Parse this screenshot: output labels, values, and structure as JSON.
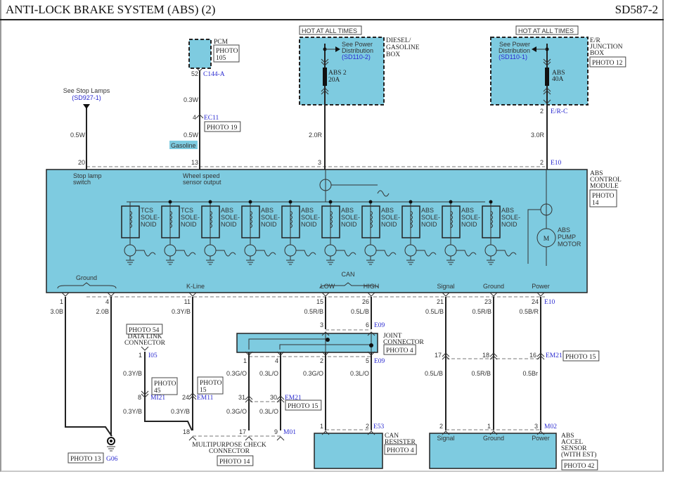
{
  "header": {
    "title": "ANTI-LOCK BRAKE SYSTEM (ABS) (2)",
    "page_id": "SD587-2"
  },
  "colors": {
    "module_fill": "#7ecbe0",
    "connector_blue": "#2a2ad0",
    "wire": "#222222"
  },
  "top_sources": {
    "stop_lamps": {
      "label": "See Stop Lamps",
      "ref": "(SD927-1)",
      "wire": "0.5W",
      "pin": "20"
    },
    "pcm": {
      "label": "PCM",
      "photo": "PHOTO 105",
      "pin": "52",
      "connector": "C144-A",
      "wire_upper": "0.3W",
      "inline_pin": "4",
      "inline_connector": "EC11",
      "inline_photo": "PHOTO 19",
      "wire_lower": "0.5W",
      "variant_tag": "Gasoline",
      "module_pin": "13"
    },
    "diesel_box": {
      "hot_label": "HOT AT ALL TIMES",
      "name_lines": [
        "DIESEL/",
        "GASOLINE",
        "BOX"
      ],
      "see_label_lines": [
        "See Power",
        "Distribution"
      ],
      "see_ref": "(SD110-2)",
      "fuse_lines": [
        "ABS 2",
        "20A"
      ],
      "wire": "2.0R",
      "module_pin": "3"
    },
    "er_box": {
      "hot_label": "HOT AT ALL TIMES",
      "name_lines": [
        "E/R",
        "JUNCTION",
        "BOX"
      ],
      "photo": "PHOTO 12",
      "see_label_lines": [
        "See Power",
        "Distribution"
      ],
      "see_ref": "(SD110-1)",
      "fuse_lines": [
        "ABS",
        "40A"
      ],
      "pin": "2",
      "connector": "E/R-C",
      "wire": "3.0R",
      "module_pin": "2",
      "module_connector": "E10"
    }
  },
  "abs_module": {
    "name_lines": [
      "ABS",
      "CONTROL",
      "MODULE"
    ],
    "photo_lines": [
      "PHOTO",
      "14"
    ],
    "top_labels": [
      {
        "lines": [
          "Stop lamp",
          "switch"
        ]
      },
      {
        "lines": [
          "Wheel speed",
          "sensor output"
        ]
      }
    ],
    "solenoids": [
      {
        "lines": [
          "TCS",
          "SOLE-",
          "NOID"
        ]
      },
      {
        "lines": [
          "TCS",
          "SOLE-",
          "NOID"
        ]
      },
      {
        "lines": [
          "ABS",
          "SOLE-",
          "NOID"
        ]
      },
      {
        "lines": [
          "ABS",
          "SOLE-",
          "NOID"
        ]
      },
      {
        "lines": [
          "ABS",
          "SOLE-",
          "NOID"
        ]
      },
      {
        "lines": [
          "ABS",
          "SOLE-",
          "NOID"
        ]
      },
      {
        "lines": [
          "ABS",
          "SOLE-",
          "NOID"
        ]
      },
      {
        "lines": [
          "ABS",
          "SOLE-",
          "NOID"
        ]
      },
      {
        "lines": [
          "ABS",
          "SOLE-",
          "NOID"
        ]
      },
      {
        "lines": [
          "ABS",
          "SOLE-",
          "NOID"
        ]
      }
    ],
    "pump_motor": {
      "symbol": "M",
      "lines": [
        "ABS",
        "PUMP",
        "MOTOR"
      ]
    },
    "bottom_labels": {
      "ground": "Ground",
      "kline": "K-Line",
      "can": "CAN",
      "low": "LOW",
      "high": "HIGH",
      "signal": "Signal",
      "ground2": "Ground",
      "power": "Power"
    },
    "bottom_connector": "E10"
  },
  "bottom_wires": [
    {
      "pin": "1",
      "wire": "3.0B"
    },
    {
      "pin": "4",
      "wire": "2.0B"
    },
    {
      "pin": "11",
      "wire": "0.3Y/B"
    },
    {
      "pin": "15",
      "wire": "0.5R/B"
    },
    {
      "pin": "26",
      "wire": "0.5L/B"
    },
    {
      "pin": "21",
      "wire": "0.5L/B"
    },
    {
      "pin": "23",
      "wire": "0.5R/B"
    },
    {
      "pin": "24",
      "wire": "0.5B/R"
    }
  ],
  "ground": {
    "photo": "PHOTO 13",
    "connector": "G06"
  },
  "data_link": {
    "photo": "PHOTO 54",
    "name_lines": [
      "DATA LINK",
      "CONNECTOR"
    ],
    "pin": "1",
    "connector": "I05",
    "wire": "0.3Y/B",
    "inline_pin": "8",
    "inline_connector": "MI21",
    "inline_photo_lines": [
      "PHOTO",
      "45"
    ],
    "wire_lower": "0.3Y/B"
  },
  "kline_inline": {
    "pin": "24",
    "connector": "EM11",
    "photo_lines": [
      "PHOTO",
      "15"
    ],
    "wire_lower": "0.3Y/B"
  },
  "joint_connector": {
    "name_lines": [
      "JOINT",
      "CONNECTOR"
    ],
    "photo": "PHOTO 4",
    "connector": "E09",
    "top_pins": [
      "3",
      "6"
    ],
    "bottom_pins": [
      "1",
      "4",
      "2",
      "5"
    ],
    "bottom_wires": [
      "0.3G/O",
      "0.3L/O",
      "0.3G/O",
      "0.3L/O"
    ]
  },
  "em21_can": {
    "pins": [
      "31",
      "30"
    ],
    "connector": "EM21",
    "photo": "PHOTO 15",
    "wires_lower": [
      "0.3G/O",
      "0.3L/O"
    ]
  },
  "multipurpose": {
    "pins": [
      "18",
      "17",
      "9"
    ],
    "connector": "M01",
    "name_lines": [
      "MULTIPURPOSE CHECK",
      "CONNECTOR"
    ],
    "photo": "PHOTO 14"
  },
  "can_resister": {
    "pins": [
      "1",
      "2"
    ],
    "connector": "E53",
    "name_lines": [
      "CAN",
      "RESISTER"
    ],
    "photo": "PHOTO 4"
  },
  "accel_inline": {
    "pins": [
      "17",
      "18",
      "16"
    ],
    "connector": "EM21",
    "photo": "PHOTO 15",
    "wires_lower": [
      "0.5L/B",
      "0.5R/B",
      "0.5Br"
    ]
  },
  "accel_sensor": {
    "pins": [
      "2",
      "1",
      "3"
    ],
    "connector": "M02",
    "labels": [
      "Signal",
      "Ground",
      "Power"
    ],
    "name_lines": [
      "ABS",
      "ACCEL",
      "SENSOR",
      "(WITH EST)"
    ],
    "photo": "PHOTO 42"
  }
}
